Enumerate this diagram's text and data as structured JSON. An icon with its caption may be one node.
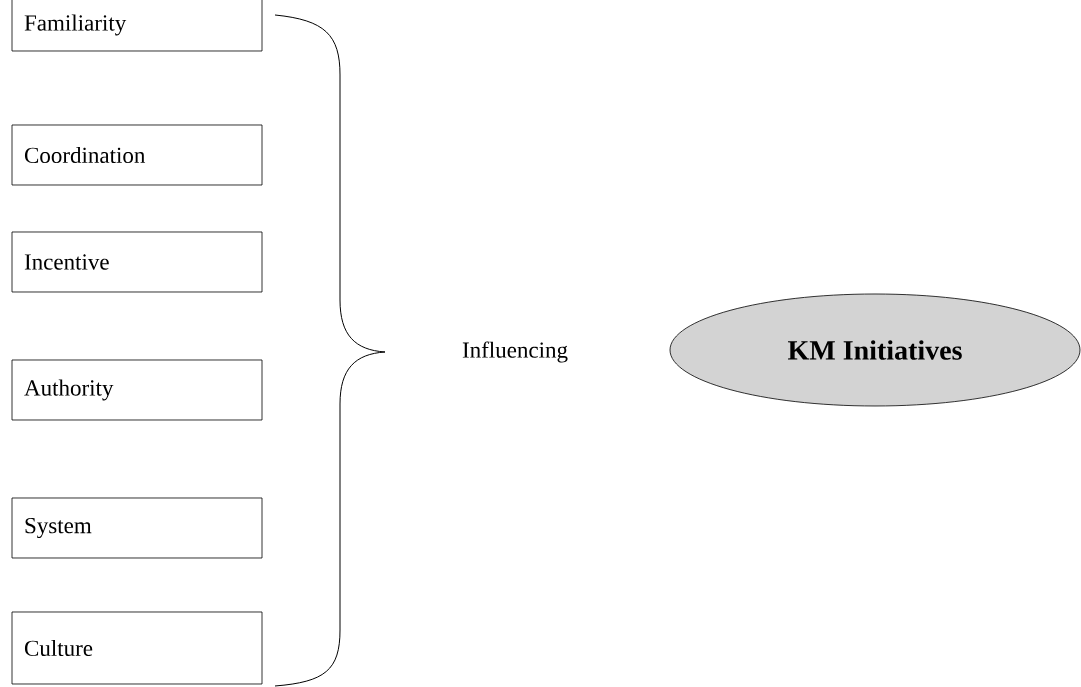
{
  "diagram": {
    "nodes": [
      {
        "text": [
          "Familiarity"
        ]
      },
      {
        "text": [
          "Coordination"
        ]
      },
      {
        "text": [
          "Incentive"
        ]
      },
      {
        "text": [
          "Authority"
        ]
      },
      {
        "text": [
          "System"
        ]
      },
      {
        "text": [
          "Culture"
        ]
      },
      {
        "text": [
          "**KM Initiatives**"
        ]
      }
    ],
    "labels": [
      "Influencing"
    ]
  }
}
